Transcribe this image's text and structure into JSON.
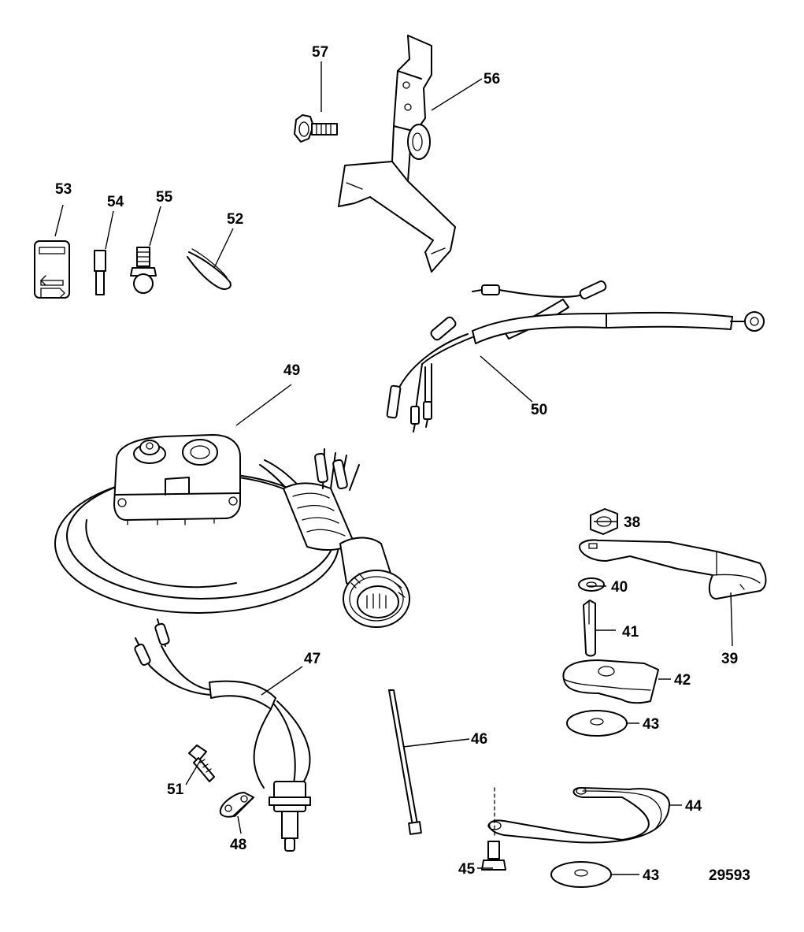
{
  "diagram_number": "29593",
  "callouts": [
    {
      "id": "c38",
      "label": "38"
    },
    {
      "id": "c39",
      "label": "39"
    },
    {
      "id": "c40",
      "label": "40"
    },
    {
      "id": "c41",
      "label": "41"
    },
    {
      "id": "c42",
      "label": "42"
    },
    {
      "id": "c43a",
      "label": "43"
    },
    {
      "id": "c43b",
      "label": "43"
    },
    {
      "id": "c44",
      "label": "44"
    },
    {
      "id": "c45",
      "label": "45"
    },
    {
      "id": "c46",
      "label": "46"
    },
    {
      "id": "c47",
      "label": "47"
    },
    {
      "id": "c48",
      "label": "48"
    },
    {
      "id": "c49",
      "label": "49"
    },
    {
      "id": "c50",
      "label": "50"
    },
    {
      "id": "c51",
      "label": "51"
    },
    {
      "id": "c52",
      "label": "52"
    },
    {
      "id": "c53",
      "label": "53"
    },
    {
      "id": "c54",
      "label": "54"
    },
    {
      "id": "c55",
      "label": "55"
    },
    {
      "id": "c56",
      "label": "56"
    },
    {
      "id": "c57",
      "label": "57"
    }
  ]
}
